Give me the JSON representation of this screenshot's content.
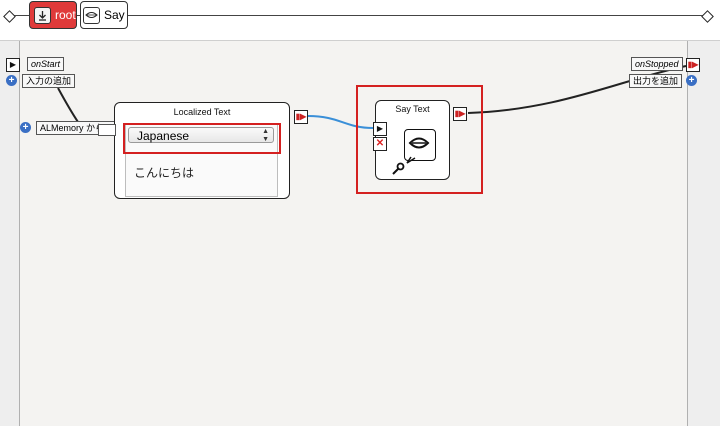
{
  "breadcrumb": {
    "items": [
      {
        "label": "root",
        "icon": "download-arrow-icon",
        "color": "#e03a3a"
      },
      {
        "label": "Say",
        "icon": "speech-bubble-icon",
        "color": "#ffffff"
      }
    ]
  },
  "canvas": {
    "inputs": {
      "on_start": "onStart",
      "add_input": "入力の追加",
      "al_memory": "ALMemory からのイベントの追加"
    },
    "outputs": {
      "on_stopped": "onStopped",
      "add_output": "出力を追加"
    }
  },
  "localized_text_box": {
    "title": "Localized Text",
    "language_selected": "Japanese",
    "text": "こんにちは"
  },
  "say_text_box": {
    "title": "Say Text"
  },
  "colors": {
    "highlight": "#d42020",
    "link_blue": "#3a8fd8",
    "link_black": "#222222"
  }
}
